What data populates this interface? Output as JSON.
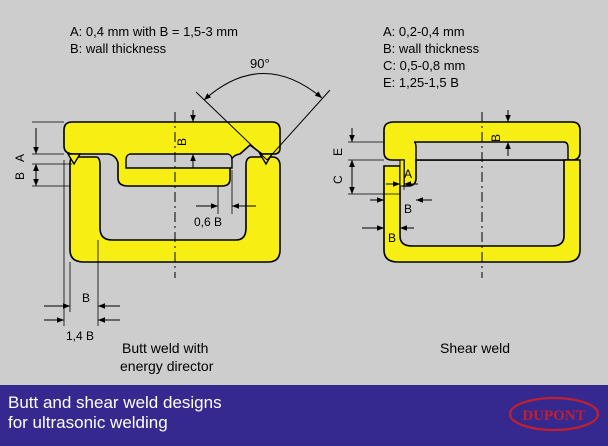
{
  "colors": {
    "panel": "#cdcdce",
    "footer": "#35288f",
    "part": "#f7ef14",
    "outline": "#000000",
    "logo": "#c21f2f"
  },
  "left": {
    "legend": [
      "A: 0,4 mm with B = 1,5-3 mm",
      "B: wall thickness"
    ],
    "angle": "90°",
    "dim_b_top": "B",
    "dim_b_side": "B",
    "dim_a_side": "A",
    "dim_06b": "0,6 B",
    "dim_b_bottom": "B",
    "dim_14b": "1,4 B",
    "caption": [
      "Butt weld with",
      "energy director"
    ]
  },
  "right": {
    "legend": [
      "A: 0,2-0,4 mm",
      "B: wall thickness",
      "C: 0,5-0,8 mm",
      "E: 1,25-1,5 B"
    ],
    "dim_b_top": "B",
    "dim_e": "E",
    "dim_c": "C",
    "dim_a": "A",
    "dim_b1": "B",
    "dim_b2": "B",
    "caption": "Shear weld"
  },
  "footer": {
    "title": [
      "Butt and shear weld designs",
      "for ultrasonic welding"
    ],
    "logo_text": "DUPONT"
  }
}
